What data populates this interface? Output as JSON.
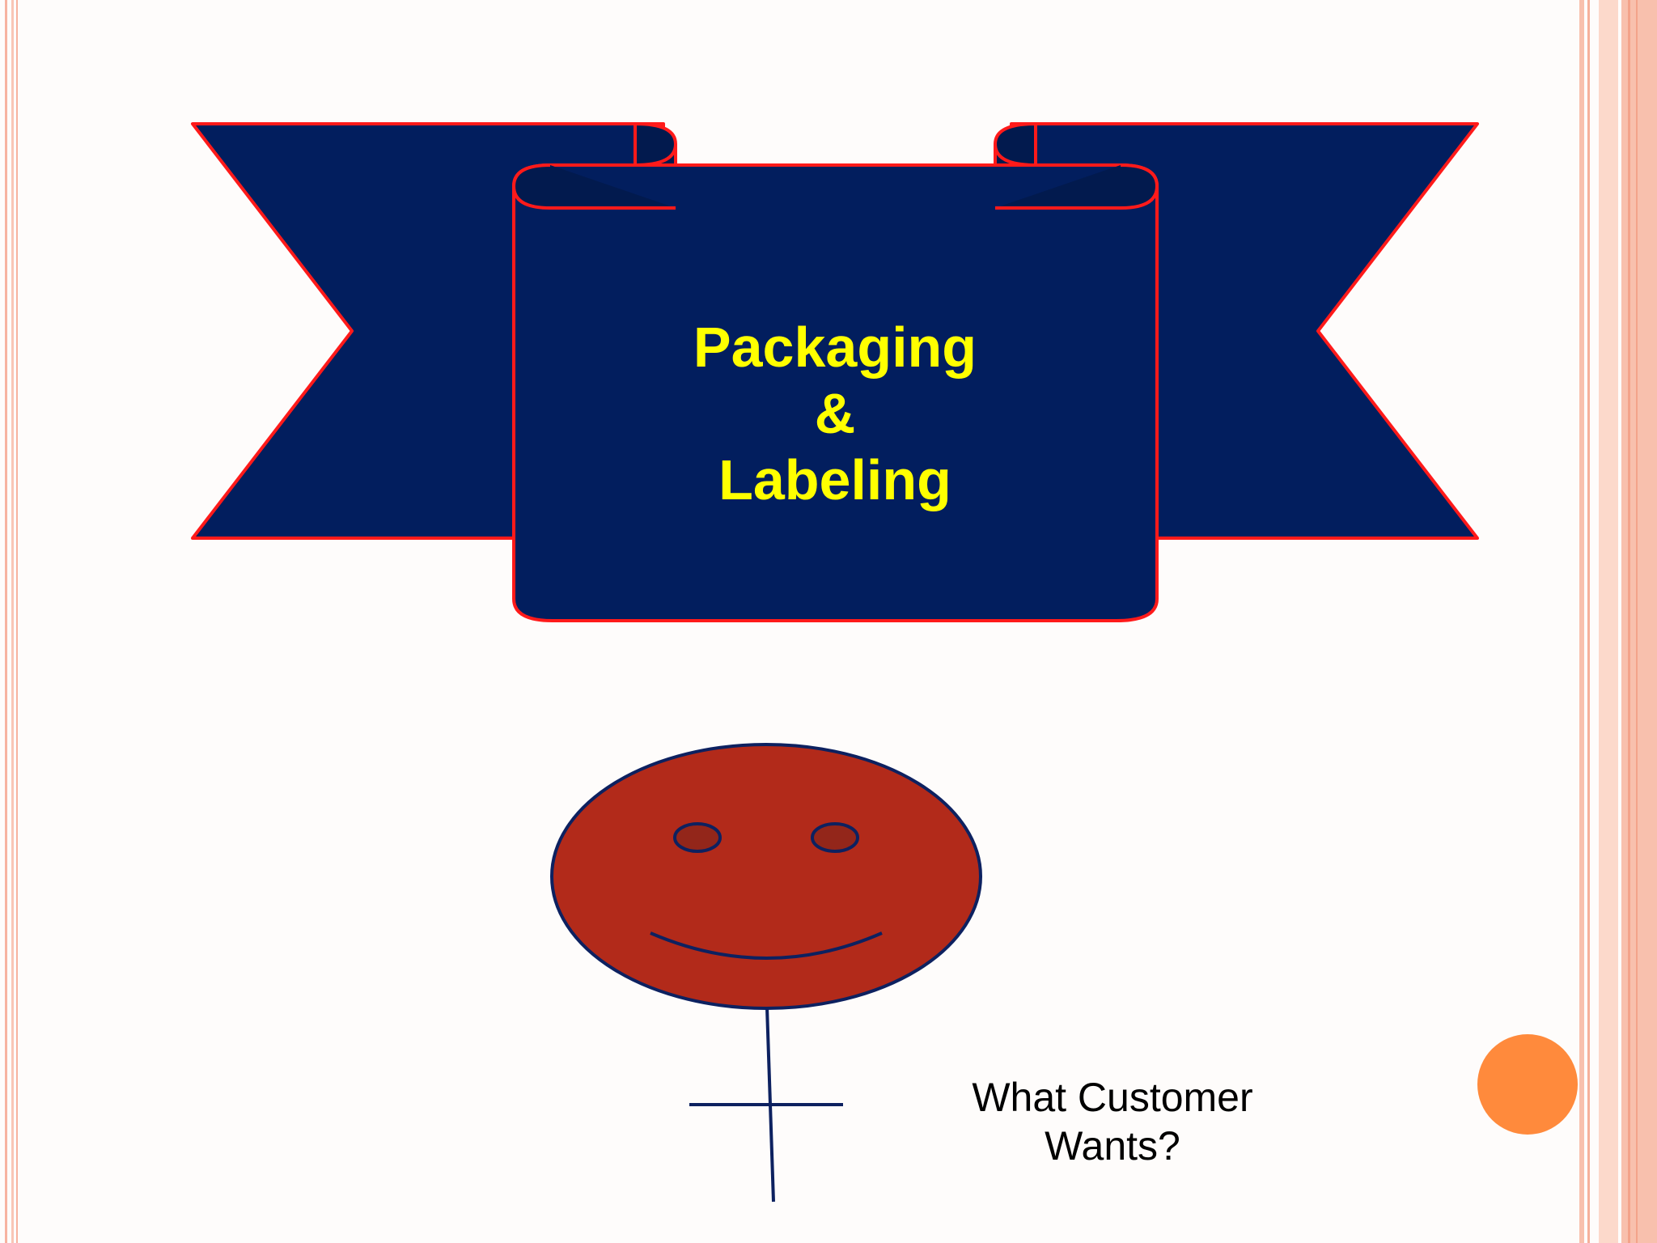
{
  "slide": {
    "title_lines": [
      "Packaging",
      "&",
      "Labeling"
    ],
    "caption_lines": [
      "What Customer",
      "Wants?"
    ]
  },
  "colors": {
    "banner_fill": "#021e5e",
    "banner_outline": "#ff1a1a",
    "title_text": "#ffff00",
    "face_fill": "#b22a1a",
    "figure_line": "#0d2160",
    "accent_dot": "#ff8a3c",
    "side_border": "#f8b8a2"
  },
  "icons": [
    "ribbon-banner",
    "smiley-stick-figure",
    "orange-circle"
  ]
}
